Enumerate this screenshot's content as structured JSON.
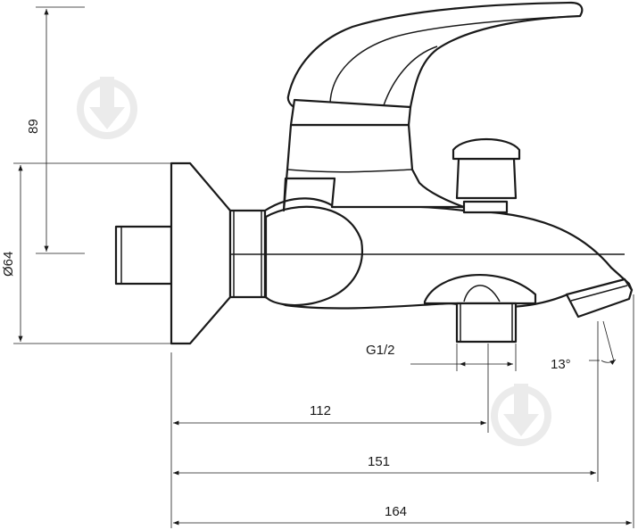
{
  "dimensions": {
    "height_89": "89",
    "diameter_64": "Ø64",
    "thread": "G1/2",
    "angle": "13°",
    "len_112": "112",
    "len_151": "151",
    "len_164": "164"
  },
  "watermark_icon": "download-arrow-circle-icon",
  "colors": {
    "line": "#1a1a1a",
    "watermark": "#ebebeb",
    "background": "#ffffff"
  }
}
